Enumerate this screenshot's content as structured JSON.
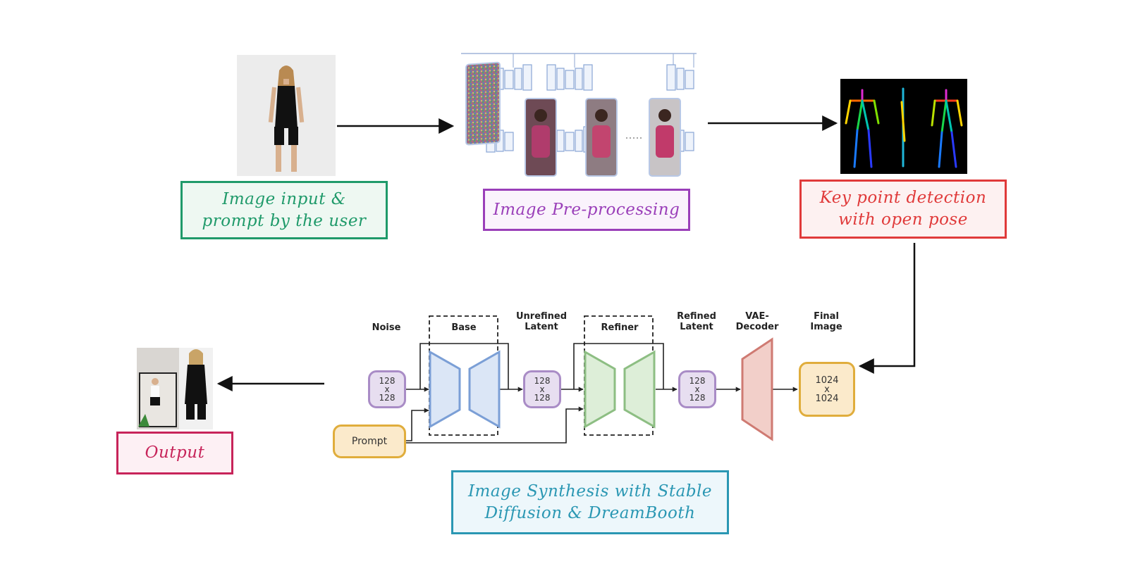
{
  "captions": {
    "input": [
      "Image input &",
      "prompt by the user"
    ],
    "preprocessing": [
      "Image Pre-processing"
    ],
    "keypoint": [
      "Key point detection",
      "with open pose"
    ],
    "synthesis": [
      "Image Synthesis with Stable",
      "Diffusion & DreamBooth"
    ],
    "output": [
      "Output"
    ]
  },
  "labels": {
    "noise": [
      "Noise"
    ],
    "base": [
      "Base"
    ],
    "unrefined": [
      "Unrefined",
      "Latent"
    ],
    "refiner": [
      "Refiner"
    ],
    "refined": [
      "Refined",
      "Latent"
    ],
    "vae": [
      "VAE-",
      "Decoder"
    ],
    "final": [
      "Final",
      "Image"
    ]
  },
  "nodes": {
    "noise": [
      "128",
      "x",
      "128"
    ],
    "unrefined": [
      "128",
      "x",
      "128"
    ],
    "refined": [
      "128",
      "x",
      "128"
    ],
    "final": [
      "1024",
      "x",
      "1024"
    ],
    "prompt": [
      "Prompt"
    ]
  },
  "colors": {
    "green": "#1f9a6a",
    "green_bg": "#eef8f2",
    "purple": "#9a3fb9",
    "purple_bg": "#faf3fc",
    "red": "#e03a3a",
    "red_bg": "#fdf1f1",
    "teal": "#2a97b3",
    "teal_bg": "#edf7fb",
    "pink": "#c7245a",
    "pink_bg": "#fdf0f4",
    "latent": "#a98cc6",
    "latent_bg": "#e7def0",
    "prompt": "#e0ad3c",
    "prompt_bg": "#fbeacb",
    "base": "#7b9fd6",
    "base_bg": "#dbe6f6",
    "refiner": "#8dbe83",
    "refiner_bg": "#ddeed8",
    "vae": "#cf7a72",
    "vae_bg": "#f2cfc9"
  },
  "icons": [
    "person-photo",
    "unet-diffusion-illustration",
    "openpose-skeleton",
    "output-photo"
  ]
}
